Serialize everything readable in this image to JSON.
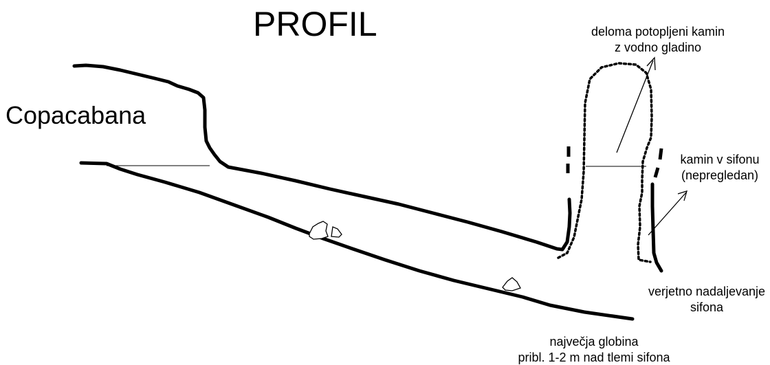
{
  "title": "PROFIL",
  "cave_name": "Copacabana",
  "annotations": {
    "chimney_line1": "deloma potopljeni kamin",
    "chimney_line2": "z vodno gladino",
    "siphon_chimney_line1": "kamin v sifonu",
    "siphon_chimney_line2": "(nepregledan)",
    "continuation_line1": "verjetno nadaljevanje",
    "continuation_line2": "sifona",
    "depth_line1": "največja globina",
    "depth_line2": "pribl. 1-2 m nad tlemi sifona"
  },
  "colors": {
    "ink": "#000000",
    "background": "#ffffff"
  }
}
